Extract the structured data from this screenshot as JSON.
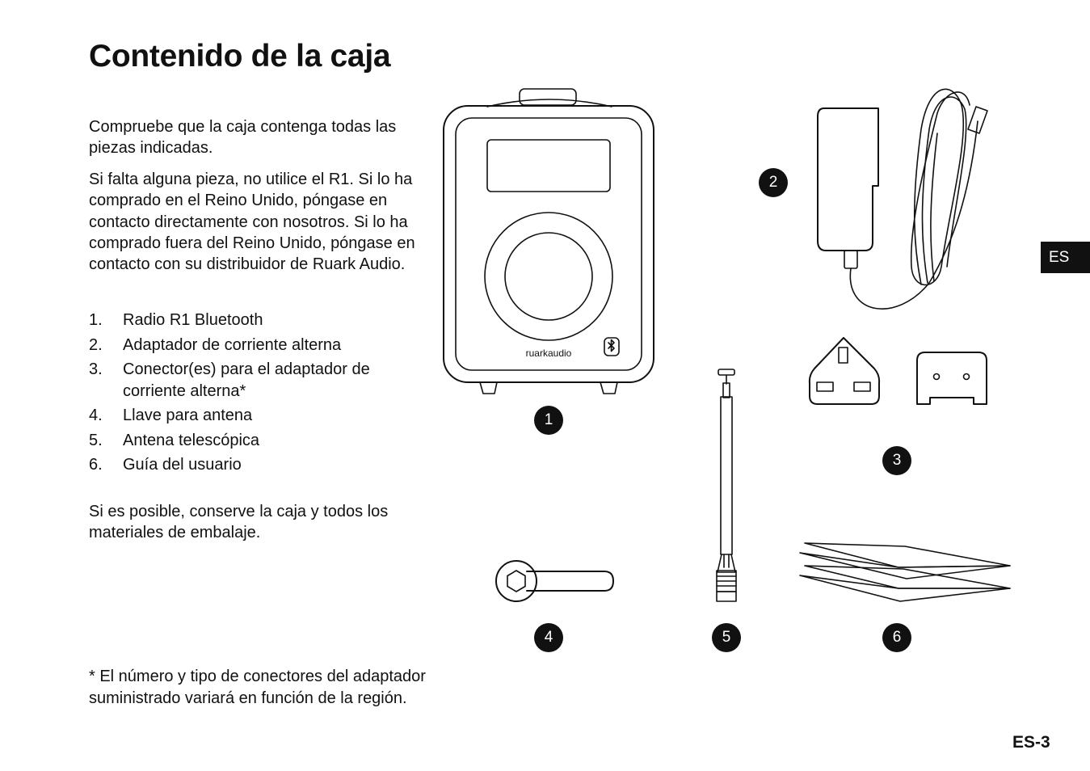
{
  "title": "Contenido de la caja",
  "intro": "Compruebe que la caja contenga todas las piezas indicadas.",
  "missing_note": "Si falta alguna pieza, no utilice el R1. Si lo ha comprado en el Reino Unido, póngase en contacto directamente con nosotros. Si lo ha comprado fuera del Reino Unido, póngase en contacto con su distribuidor de Ruark Audio.",
  "items": [
    {
      "num": "1.",
      "label": "Radio R1 Bluetooth"
    },
    {
      "num": "2.",
      "label": "Adaptador de corriente alterna"
    },
    {
      "num": "3.",
      "label": "Conector(es) para el adaptador de corriente alterna*"
    },
    {
      "num": "4.",
      "label": "Llave para antena"
    },
    {
      "num": "5.",
      "label": "Antena telescópica"
    },
    {
      "num": "6.",
      "label": "Guía del usuario"
    }
  ],
  "keep_note": "Si es posible, conserve la caja y todos los materiales de embalaje.",
  "footnote": "* El número y tipo de conectores del adaptador suministrado variará en función de la región.",
  "radio_brand": "ruarkaudio",
  "callouts": [
    "1",
    "2",
    "3",
    "4",
    "5",
    "6"
  ],
  "language_tab": "ES",
  "page_number": "ES-3",
  "colors": {
    "ink": "#111111",
    "background": "#ffffff"
  }
}
